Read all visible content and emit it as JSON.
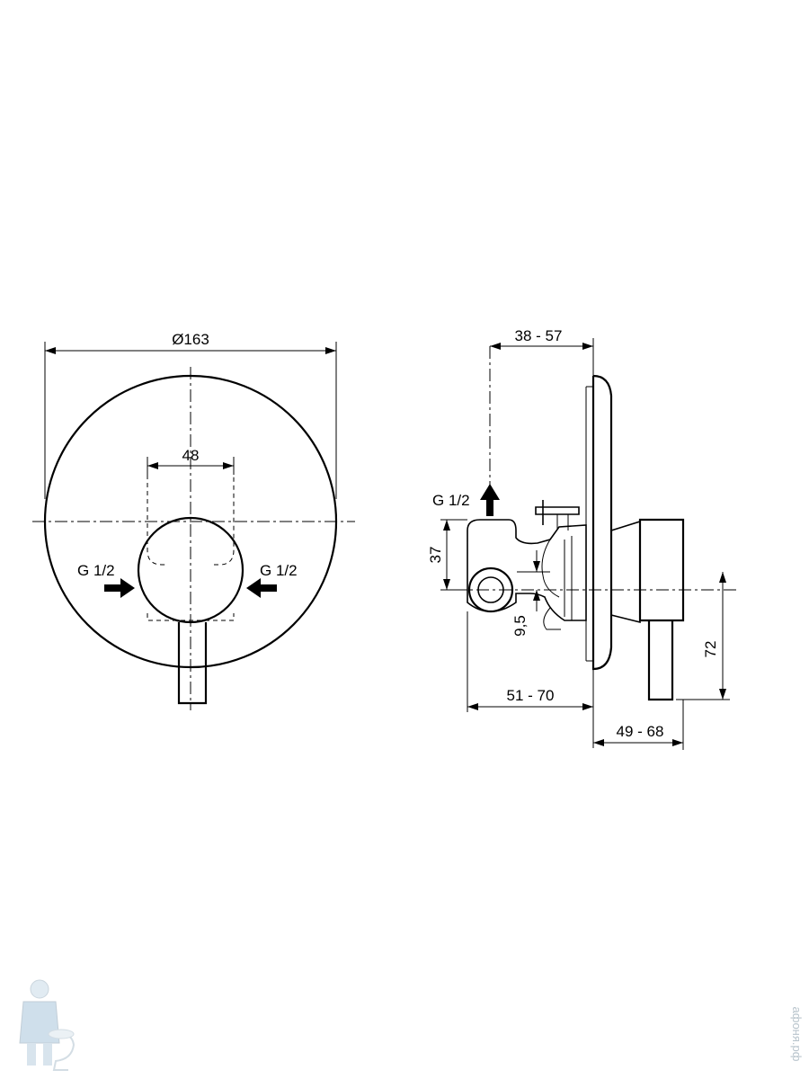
{
  "front_view": {
    "diameter_label": "Ø163",
    "width_label": "48",
    "inlet_left_label": "G 1/2",
    "inlet_right_label": "G 1/2"
  },
  "side_view": {
    "depth_top_label": "38 - 57",
    "outlet_label": "G 1/2",
    "height_left_label": "37",
    "offset_label": "9,5",
    "depth_bottom_label": "51 - 70",
    "height_right_label": "72",
    "projection_label": "49 - 68"
  },
  "watermark": {
    "vertical_text": "афоня.рф"
  },
  "colors": {
    "line": "#000000",
    "background": "#ffffff",
    "watermark": "#b8c4cc"
  }
}
